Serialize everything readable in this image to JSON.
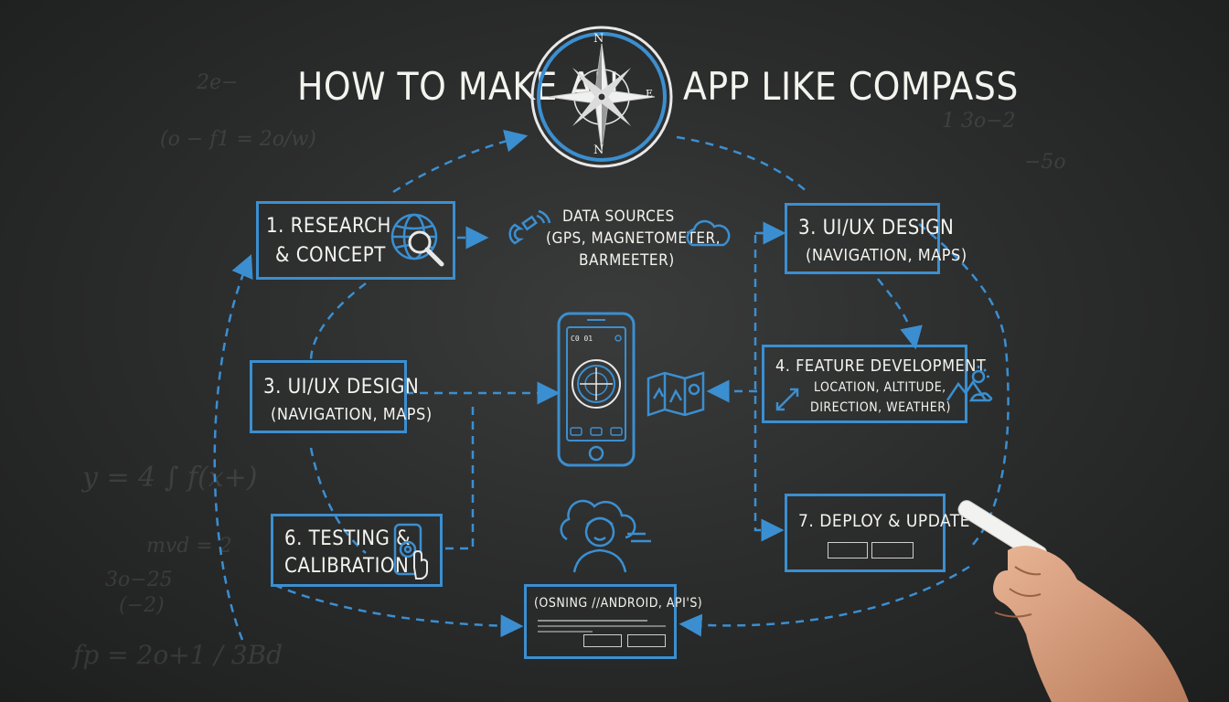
{
  "title": {
    "left": "HOW TO MAKE AN",
    "right": "APP LIKE COMPASS"
  },
  "compass_logo": {
    "n_top": "N",
    "n_bottom": "N",
    "e_right": "E"
  },
  "steps": {
    "research": {
      "line1": "1. RESEARCH",
      "line2": "& CONCEPT"
    },
    "data_sources": {
      "line1": "DATA SOURCES",
      "line2": "(GPS, MAGNETOMETER,",
      "line3": "BARMEETER)"
    },
    "uiux_top": {
      "line1": "3. UI/UX DESIGN",
      "line2": "(NAVIGATION, MAPS)"
    },
    "uiux_left": {
      "line1": "3. UI/UX DESIGN",
      "line2": "(NAVIGATION, MAPS)"
    },
    "feature_dev": {
      "line1": "4. FEATURE DEVELOPMENT",
      "line2": "LOCATION, ALTITUDE,",
      "line3": "DIRECTION, WEATHER)"
    },
    "testing": {
      "line1": "6. TESTING &",
      "line2": "CALIBRATION"
    },
    "deploy": {
      "line1": "7. DEPLOY & UPDATE"
    },
    "os_box": {
      "line1": "(OSNING //ANDROID, API'S)"
    }
  },
  "phone_status": "C0 01",
  "background_scribbles": [
    "2e−",
    "(o − f1 = 2o/w)",
    "y = 4 ∫ f(x+)",
    "3o−25",
    "(−2)",
    "fp = 2o+1 / 3Bd",
    "mvd = 2",
    "1 3o−2",
    "−5o"
  ],
  "colors": {
    "accent_blue": "#3b8fd0",
    "chalk": "#f4f4ef",
    "board": "#2c2d2d"
  }
}
